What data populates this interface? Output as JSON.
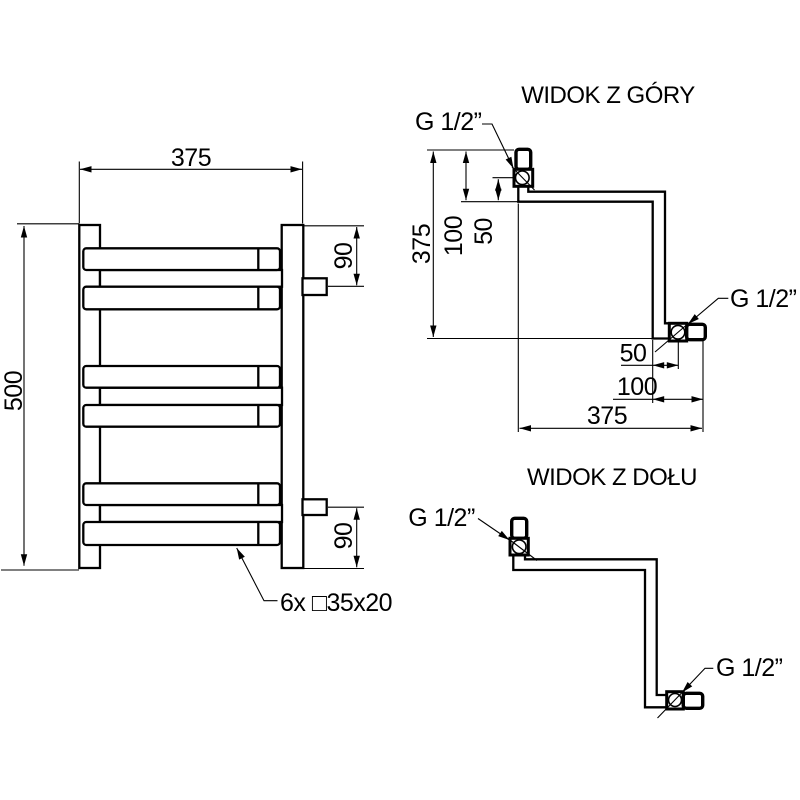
{
  "front_view": {
    "width_label": "375",
    "height_label": "500",
    "top_port_offset": "90",
    "bottom_port_offset": "90",
    "tube_spec": "6x □35x20"
  },
  "top_view": {
    "title": "WIDOK Z GÓRY",
    "thread_label_a": "G 1/2”",
    "thread_label_b": "G 1/2”",
    "depth_total": "375",
    "depth_100": "100",
    "depth_50": "50",
    "width_50": "50",
    "width_100": "100",
    "width_total": "375"
  },
  "bottom_view": {
    "title": "WIDOK Z DOŁU",
    "thread_label_a": "G 1/2”",
    "thread_label_b": "G 1/2”"
  },
  "colors": {
    "line": "#000000",
    "background": "#ffffff"
  }
}
